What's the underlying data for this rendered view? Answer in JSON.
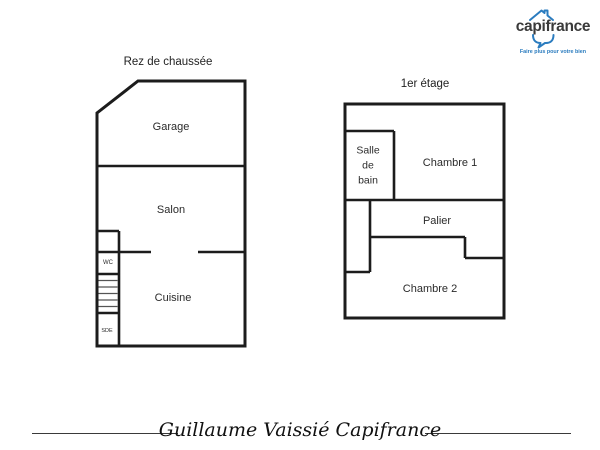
{
  "logo": {
    "brand": "capifrance",
    "tagline": "Faire plus pour votre bien",
    "brand_color": "#3a3a3a",
    "accent_color": "#2b7cbf"
  },
  "plans": {
    "wall_color": "#1c1c1c",
    "stair_color": "#555555",
    "ground_floor": {
      "title": "Rez de chaussée",
      "rooms": {
        "garage": "Garage",
        "salon": "Salon",
        "wc": "WC",
        "cuisine": "Cuisine",
        "sde": "SDE"
      }
    },
    "first_floor": {
      "title": "1er étage",
      "rooms": {
        "salle_de_bain_lines": [
          "Salle",
          "de",
          "bain"
        ],
        "chambre1": "Chambre 1",
        "palier": "Palier",
        "chambre2": "Chambre 2"
      }
    }
  },
  "footer": {
    "signature": "Guillaume Vaissié Capifrance"
  }
}
